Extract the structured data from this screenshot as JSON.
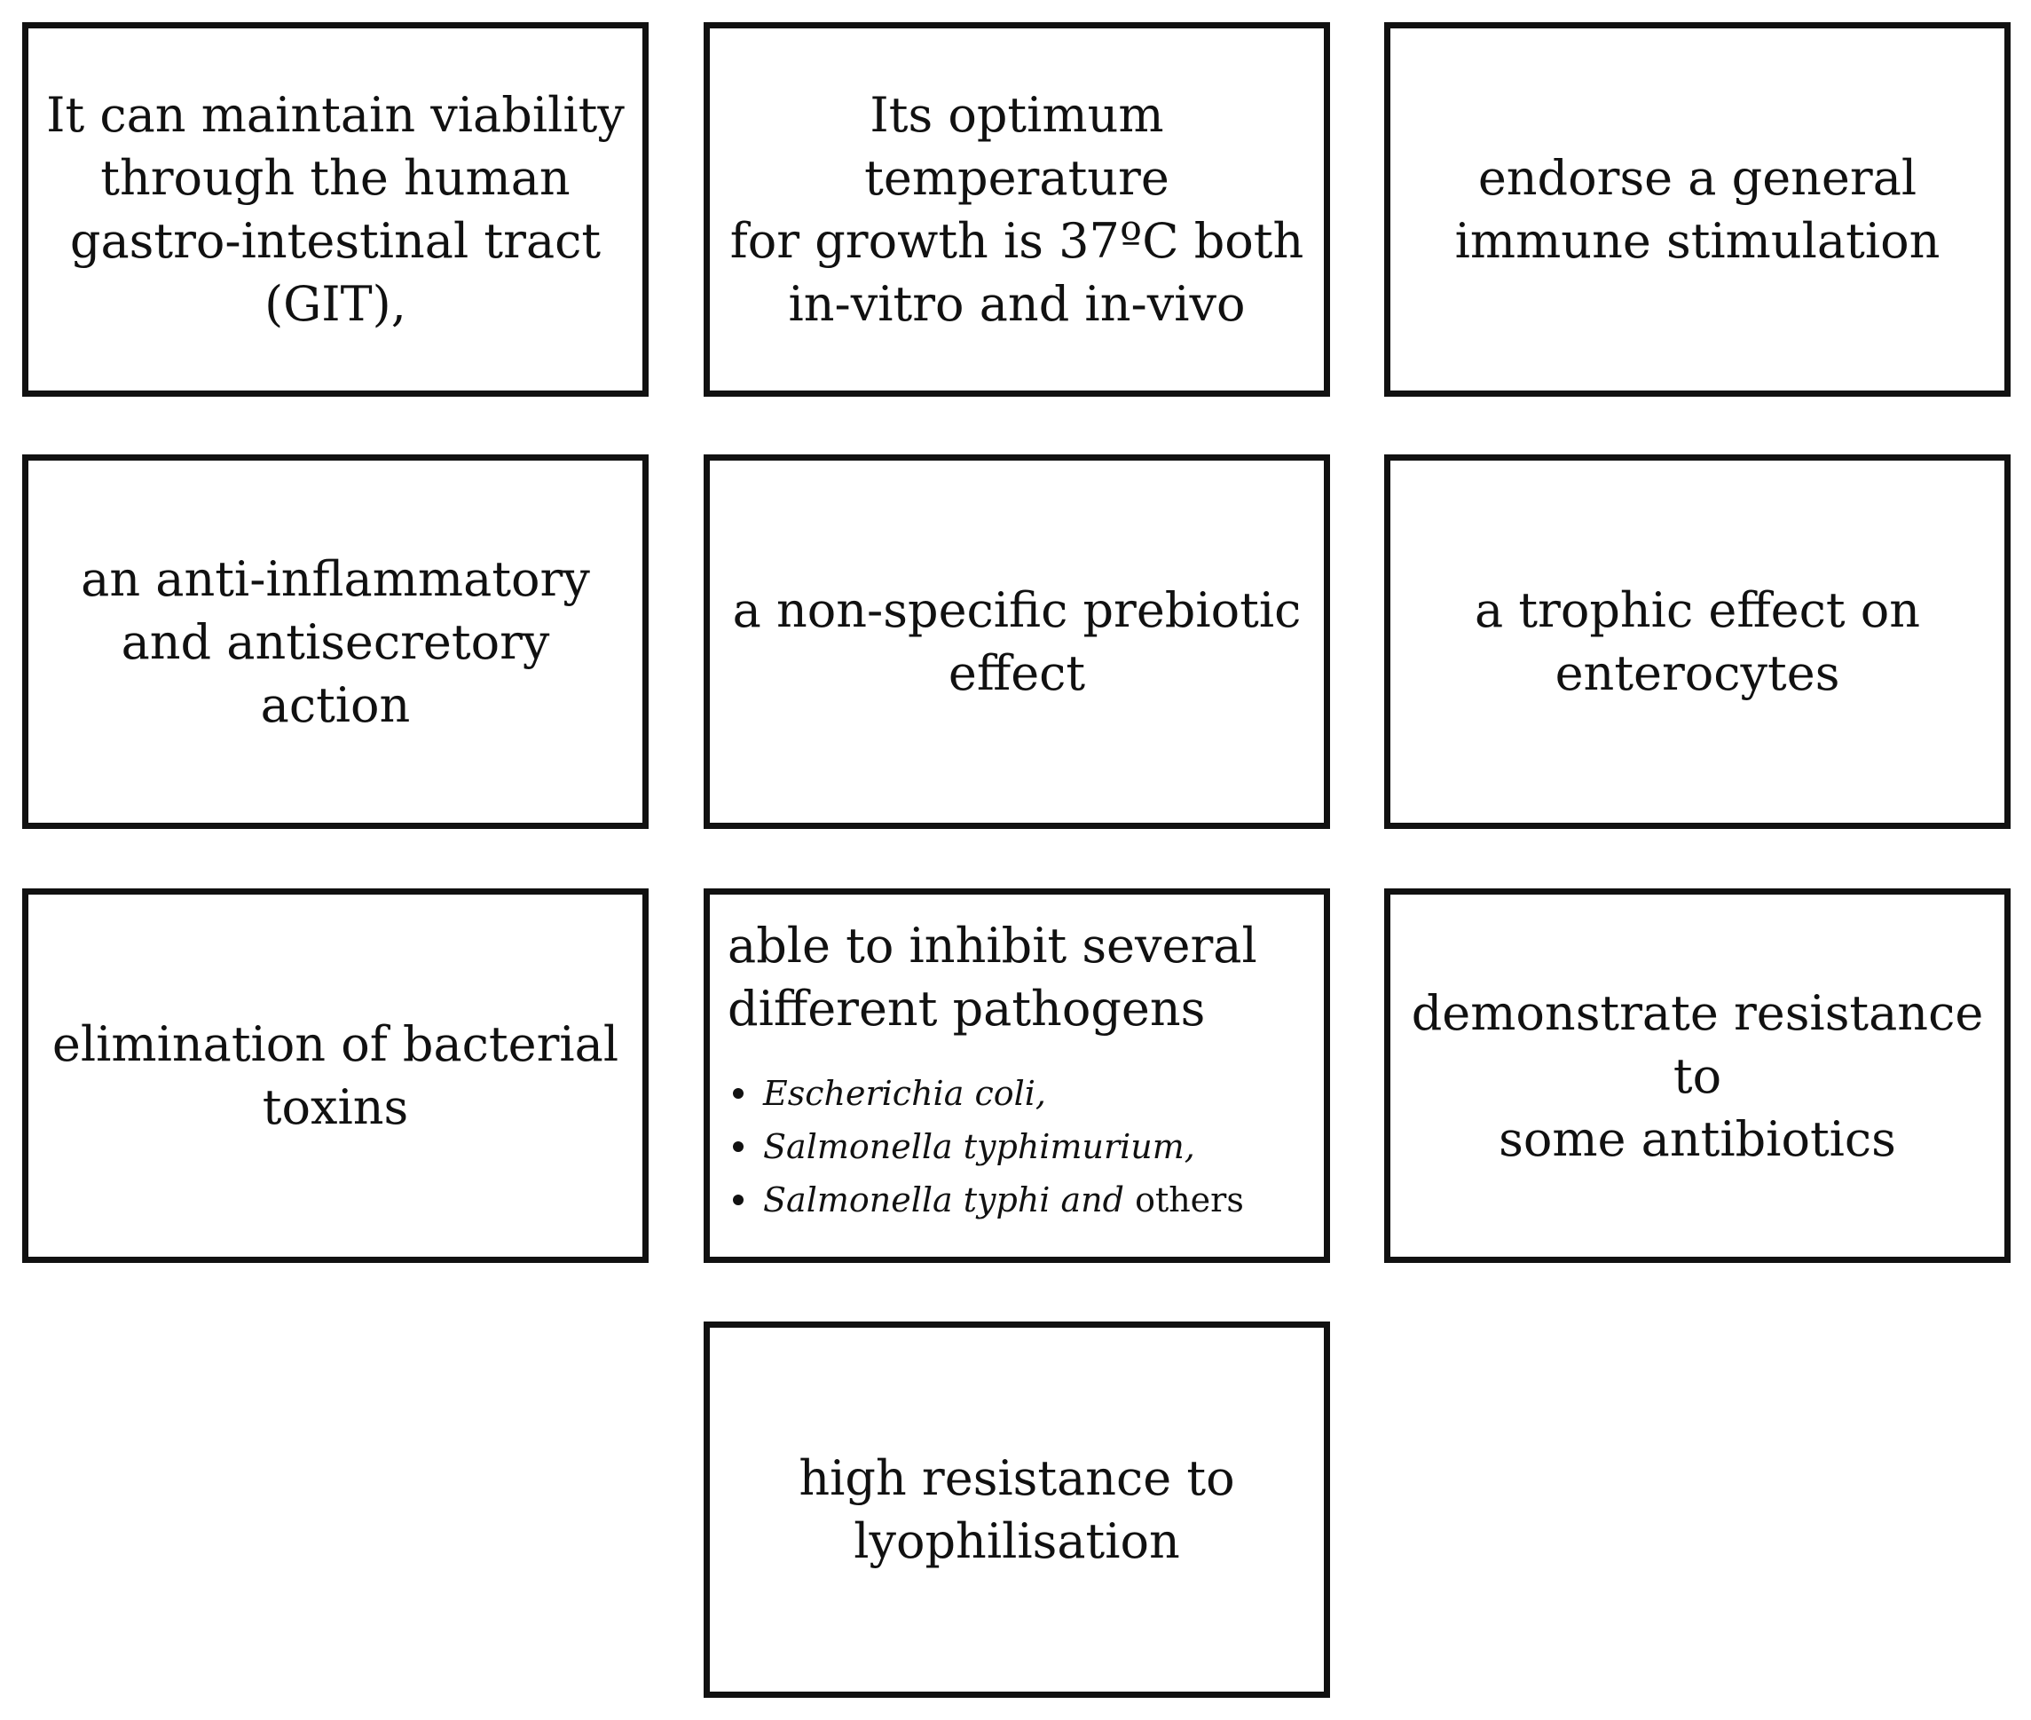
{
  "boxes": {
    "b1": "It can maintain viability\nthrough the human\ngastro-intestinal tract\n(GIT),",
    "b2": "Its optimum temperature\nfor growth is 37ºC both\nin-vitro and in-vivo",
    "b3": "endorse a general\nimmune stimulation",
    "b4": "an anti-inflammatory\nand antisecretory action",
    "b5": "a  non-specific prebiotic\neffect",
    "b6": "a trophic effect on\nenterocytes",
    "b7": "elimination of bacterial\ntoxins",
    "b8": {
      "heading": "able to inhibit several\ndifferent pathogens",
      "items": [
        {
          "italic": "Escherichia coli,",
          "plain": ""
        },
        {
          "italic": "Salmonella typhimurium,",
          "plain": ""
        },
        {
          "italic": "Salmonella typhi and",
          "plain": " others"
        }
      ]
    },
    "b9": "demonstrate resistance to\nsome antibiotics",
    "b10": "high resistance to\nlyophilisation"
  }
}
